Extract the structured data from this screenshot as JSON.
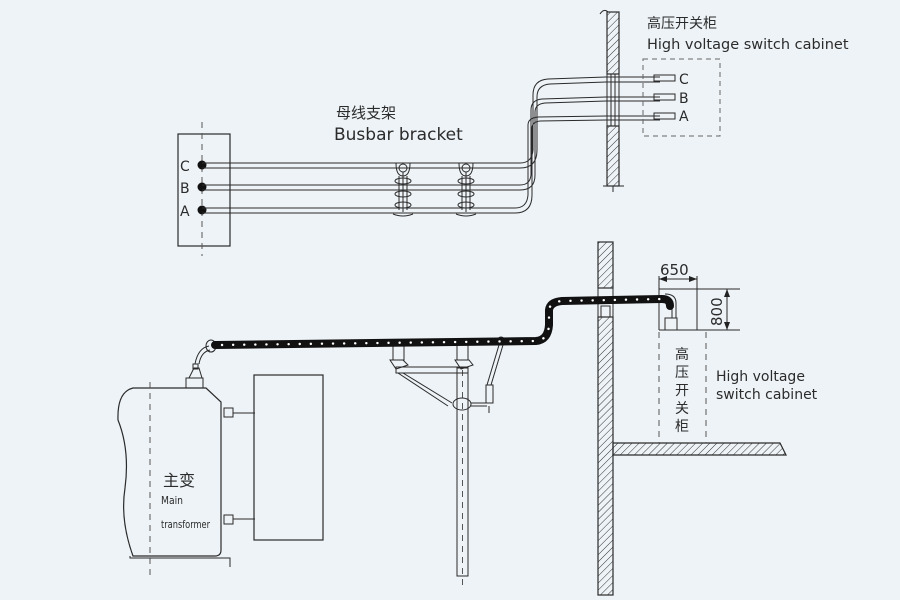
{
  "diagram": {
    "top_section": {
      "busbar_bracket_label_cn": "母线支架",
      "busbar_bracket_label_en": "Busbar bracket",
      "cabinet_label_cn": "高压开关柜",
      "cabinet_label_en": "High voltage switch cabinet",
      "phases_left": [
        "C",
        "B",
        "A"
      ],
      "phases_right": [
        "C",
        "B",
        "A"
      ]
    },
    "bottom_section": {
      "transformer_label_cn": "主变",
      "transformer_label_en_line1": "Main",
      "transformer_label_en_line2": "transformer",
      "cabinet_label_cn_vertical": [
        "高",
        "压",
        "开",
        "关",
        "柜"
      ],
      "cabinet_label_en_line1": "High voltage",
      "cabinet_label_en_line2": "switch cabinet",
      "dimension_width": "650",
      "dimension_height": "800"
    }
  }
}
